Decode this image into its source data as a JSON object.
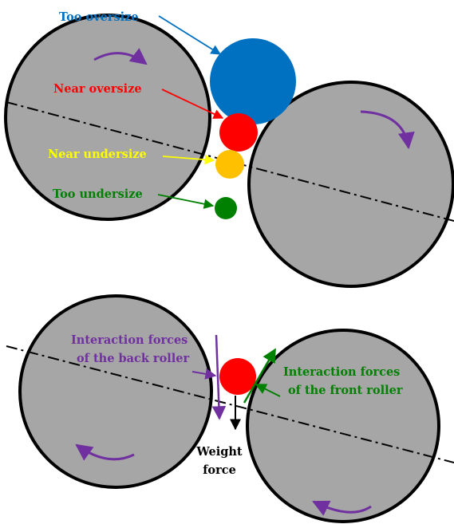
{
  "colors": {
    "roller_fill": "#a6a6a6",
    "outline": "#000000",
    "too_oversize": "#0070c0",
    "near_oversize": "#ff0000",
    "near_undersize": "#ffc000",
    "too_undersize": "#008000",
    "back_roller_force": "#7030a0",
    "front_roller_force": "#008000",
    "weight_force": "#000000",
    "near_undersize_text": "#ffff00"
  },
  "top_panel": {
    "labels": {
      "too_oversize": "Too oversize",
      "near_oversize": "Near oversize",
      "near_undersize": "Near undersize",
      "too_undersize": "Too undersize"
    }
  },
  "bottom_panel": {
    "back_roller_forces": [
      "Interaction forces",
      "of the back roller"
    ],
    "front_roller_forces": [
      "Interaction forces",
      "of the front roller"
    ],
    "weight_force": [
      "Weight",
      "force"
    ]
  }
}
